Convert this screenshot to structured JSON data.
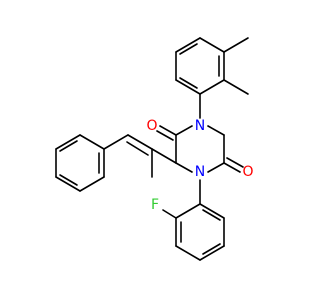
{
  "molecule": {
    "atom_labels": {
      "n1": "N",
      "n4": "N",
      "o_upper": "O",
      "o_lower": "O",
      "f": "F"
    },
    "colors": {
      "bond": "#000000",
      "oxygen": "#ff0000",
      "nitrogen": "#0000ff",
      "fluorine": "#33cc33",
      "background": "#ffffff"
    }
  }
}
